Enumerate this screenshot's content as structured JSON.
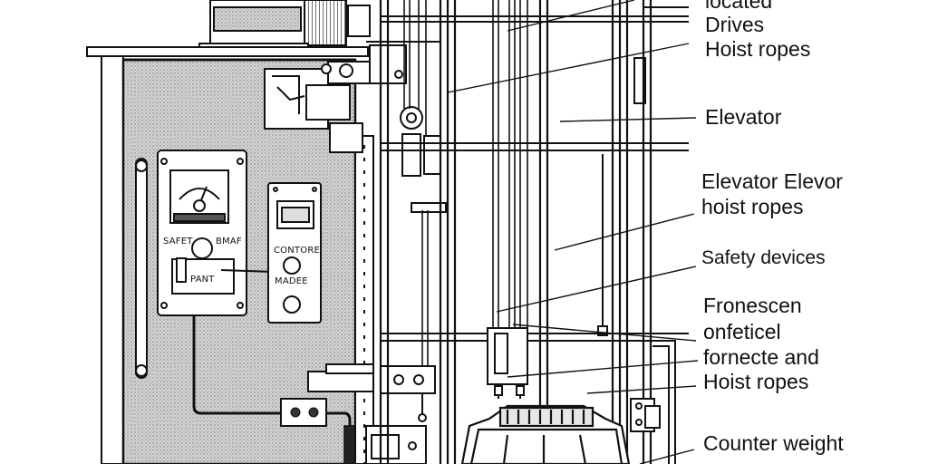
{
  "labels": {
    "located": "located",
    "drives": "Drives",
    "hoist_ropes_1": "Hoist ropes",
    "elevator": "Elevator",
    "elevator_elevor": "Elevator Elevor",
    "hoist_ropes_2": "hoist ropes",
    "safety_devices": "Safety devices",
    "fronescen": "Fronescen",
    "onfeticel": "onfeticel",
    "fornecte_and": "fornecte and",
    "hoist_ropes_3": "Hoist ropes",
    "counter_weight": "Counter weight"
  },
  "panel": {
    "safet": "SAFET",
    "bmaf": "BMAF",
    "pant": "PANT",
    "contore": "CONTORE",
    "madee": "MADEE"
  },
  "colors": {
    "ink": "#111111",
    "stipple": "#bdbdbd",
    "paper": "#ffffff"
  }
}
